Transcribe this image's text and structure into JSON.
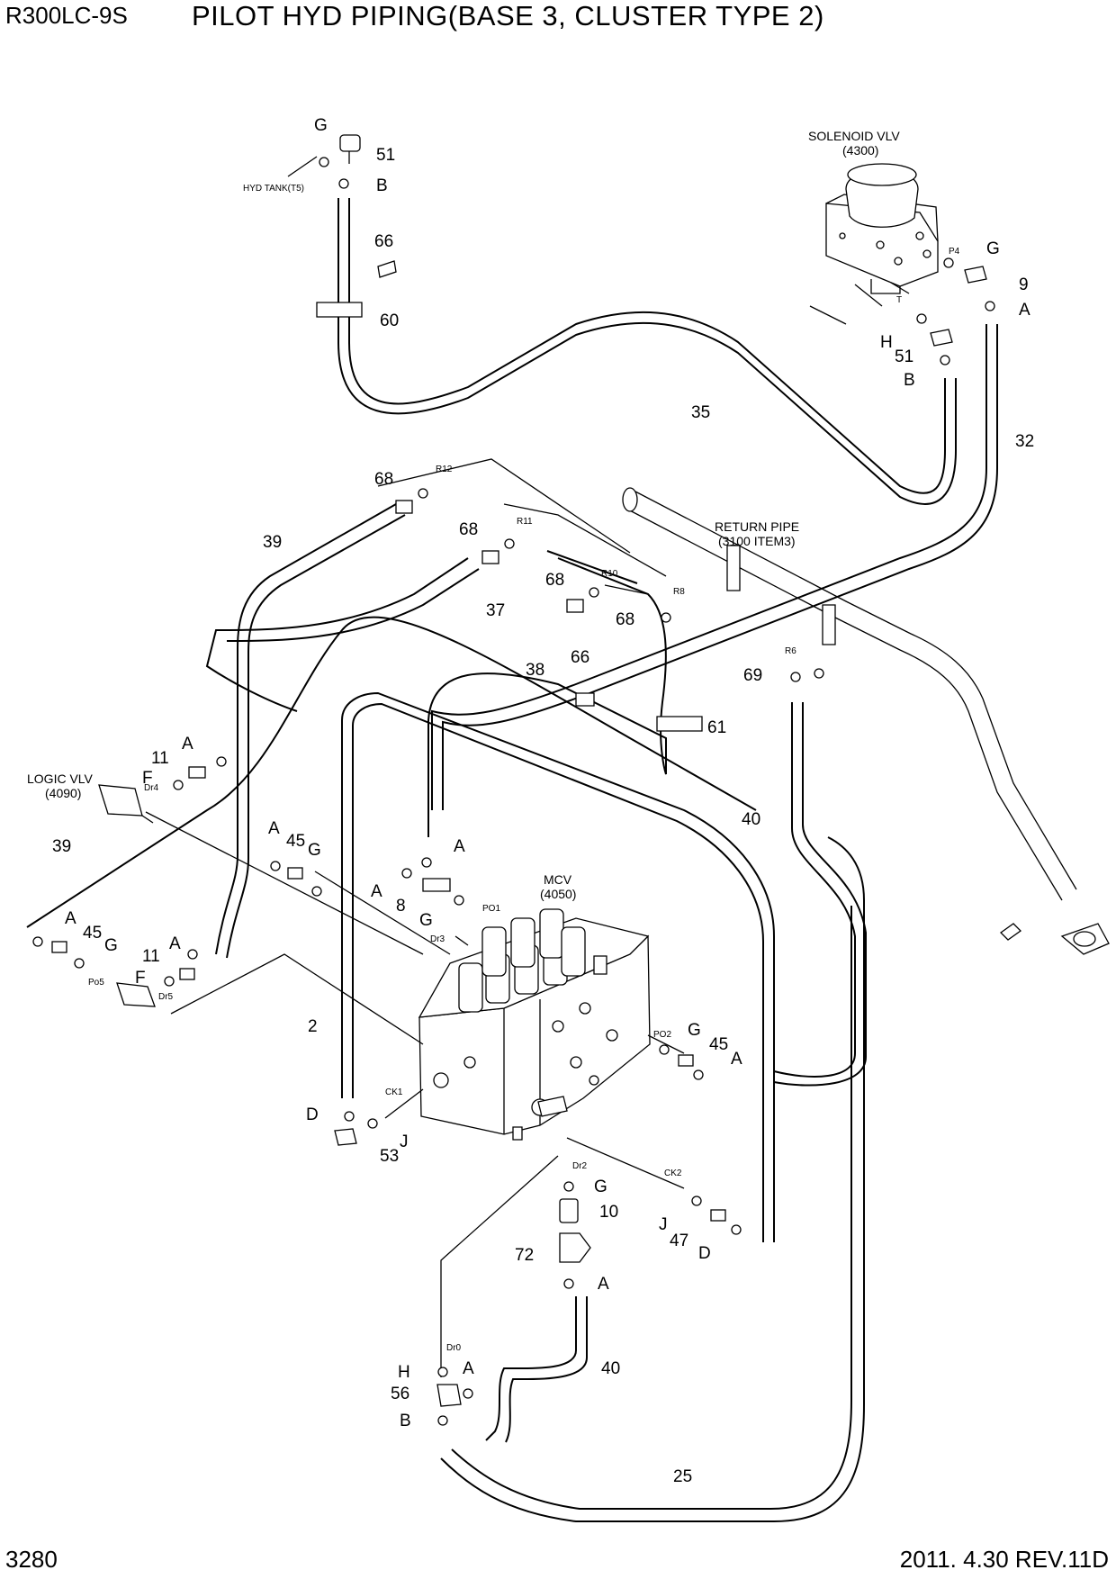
{
  "header": {
    "model": "R300LC-9S",
    "title": "PILOT HYD PIPING(BASE 3, CLUSTER TYPE 2)"
  },
  "footer": {
    "page_number": "3280",
    "revision": "2011. 4.30  REV.11D"
  },
  "components": {
    "solenoid_name": "SOLENOID VLV",
    "solenoid_ref": "(4300)",
    "return_name": "RETURN PIPE",
    "return_ref": "(3100 ITEM3)",
    "logic_name": "LOGIC VLV",
    "logic_ref": "(4090)",
    "mcv_name": "MCV",
    "mcv_ref": "(4050)",
    "hyd_tank": "HYD TANK(T5)"
  },
  "callouts": [
    {
      "id": "c-g-top",
      "text": "G"
    },
    {
      "id": "c-51-top",
      "text": "51"
    },
    {
      "id": "c-b-top",
      "text": "B"
    },
    {
      "id": "c-66-top",
      "text": "66"
    },
    {
      "id": "c-60",
      "text": "60"
    },
    {
      "id": "c-g-sol",
      "text": "G"
    },
    {
      "id": "c-9",
      "text": "9"
    },
    {
      "id": "c-a-sol",
      "text": "A"
    },
    {
      "id": "c-h-sol",
      "text": "H"
    },
    {
      "id": "c-51-sol",
      "text": "51"
    },
    {
      "id": "c-b-sol",
      "text": "B"
    },
    {
      "id": "c-35",
      "text": "35"
    },
    {
      "id": "c-32",
      "text": "32"
    },
    {
      "id": "c-68a",
      "text": "68"
    },
    {
      "id": "c-39a",
      "text": "39"
    },
    {
      "id": "c-68b",
      "text": "68"
    },
    {
      "id": "c-68c",
      "text": "68"
    },
    {
      "id": "c-37",
      "text": "37"
    },
    {
      "id": "c-68d",
      "text": "68"
    },
    {
      "id": "c-66-mid",
      "text": "66"
    },
    {
      "id": "c-38",
      "text": "38"
    },
    {
      "id": "c-61",
      "text": "61"
    },
    {
      "id": "c-69",
      "text": "69"
    },
    {
      "id": "c-a-left",
      "text": "A"
    },
    {
      "id": "c-11a",
      "text": "11"
    },
    {
      "id": "c-f-a",
      "text": "F"
    },
    {
      "id": "c-40a",
      "text": "40"
    },
    {
      "id": "c-39b",
      "text": "39"
    },
    {
      "id": "c-a-45",
      "text": "A"
    },
    {
      "id": "c-45a",
      "text": "45"
    },
    {
      "id": "c-g-45",
      "text": "G"
    },
    {
      "id": "c-a-mcv",
      "text": "A"
    },
    {
      "id": "c-a-8",
      "text": "A"
    },
    {
      "id": "c-8",
      "text": "8"
    },
    {
      "id": "c-g-po1",
      "text": "G"
    },
    {
      "id": "c-a-lft",
      "text": "A"
    },
    {
      "id": "c-45b",
      "text": "45"
    },
    {
      "id": "c-g-lft",
      "text": "G"
    },
    {
      "id": "c-a-11b",
      "text": "A"
    },
    {
      "id": "c-11b",
      "text": "11"
    },
    {
      "id": "c-f-b",
      "text": "F"
    },
    {
      "id": "c-2",
      "text": "2"
    },
    {
      "id": "c-g-po2",
      "text": "G"
    },
    {
      "id": "c-45c",
      "text": "45"
    },
    {
      "id": "c-a-po2",
      "text": "A"
    },
    {
      "id": "c-d-left",
      "text": "D"
    },
    {
      "id": "c-j-left",
      "text": "J"
    },
    {
      "id": "c-53",
      "text": "53"
    },
    {
      "id": "c-g-dr2",
      "text": "G"
    },
    {
      "id": "c-10",
      "text": "10"
    },
    {
      "id": "c-j-right",
      "text": "J"
    },
    {
      "id": "c-47",
      "text": "47"
    },
    {
      "id": "c-d-right",
      "text": "D"
    },
    {
      "id": "c-72",
      "text": "72"
    },
    {
      "id": "c-a-72",
      "text": "A"
    },
    {
      "id": "c-40b",
      "text": "40"
    },
    {
      "id": "c-h-bot",
      "text": "H"
    },
    {
      "id": "c-a-bot",
      "text": "A"
    },
    {
      "id": "c-56",
      "text": "56"
    },
    {
      "id": "c-b-bot",
      "text": "B"
    },
    {
      "id": "c-25",
      "text": "25"
    }
  ],
  "ports": [
    {
      "id": "p-p4",
      "text": "P4"
    },
    {
      "id": "p-t",
      "text": "T"
    },
    {
      "id": "p-r12",
      "text": "R12"
    },
    {
      "id": "p-r11",
      "text": "R11"
    },
    {
      "id": "p-r10",
      "text": "R10"
    },
    {
      "id": "p-r8",
      "text": "R8"
    },
    {
      "id": "p-r6",
      "text": "R6"
    },
    {
      "id": "p-dr4",
      "text": "Dr4"
    },
    {
      "id": "p-po1",
      "text": "PO1"
    },
    {
      "id": "p-dr3",
      "text": "Dr3"
    },
    {
      "id": "p-po5",
      "text": "Po5"
    },
    {
      "id": "p-dr5",
      "text": "Dr5"
    },
    {
      "id": "p-po2",
      "text": "PO2"
    },
    {
      "id": "p-ck1",
      "text": "CK1"
    },
    {
      "id": "p-dr2",
      "text": "Dr2"
    },
    {
      "id": "p-ck2",
      "text": "CK2"
    },
    {
      "id": "p-dr0",
      "text": "Dr0"
    }
  ]
}
